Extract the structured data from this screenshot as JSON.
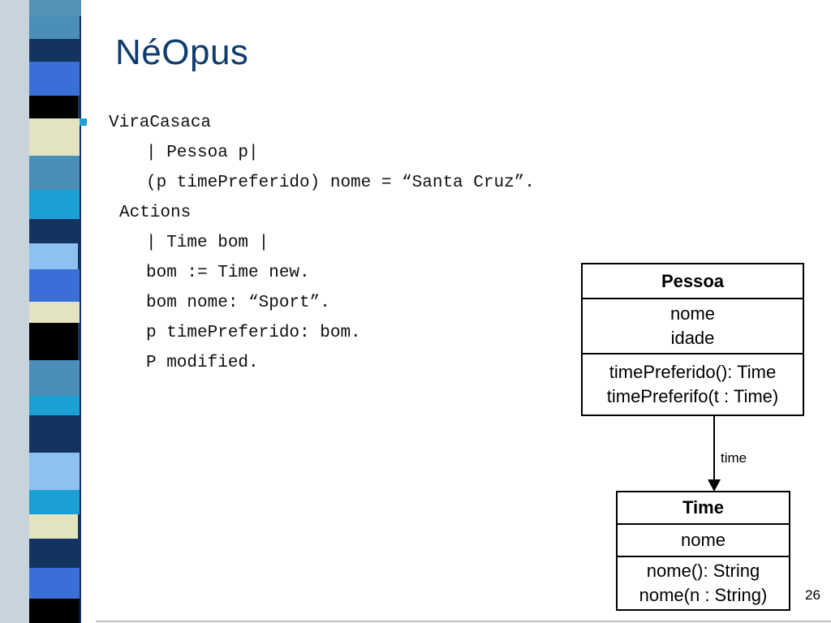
{
  "slide": {
    "title": "NéOpus",
    "page_number": "26"
  },
  "code_lines": [
    "ViraCasaca",
    "| Pessoa p|",
    "(p timePreferido) nome = “Santa Cruz”.",
    "Actions",
    "| Time bom |",
    "bom := Time new.",
    "bom nome: “Sport”.",
    "p timePreferido: bom.",
    "P modified."
  ],
  "uml": {
    "pessoa": {
      "name": "Pessoa",
      "attributes": [
        "nome",
        "idade"
      ],
      "methods": [
        "timePreferido(): Time",
        "timePreferifo(t : Time)"
      ]
    },
    "time": {
      "name": "Time",
      "attributes": [
        "nome"
      ],
      "methods": [
        "nome(): String",
        "nome(n : String)"
      ]
    },
    "association_label": "time"
  },
  "colors": {
    "title": "#0f3c6e",
    "bullet": "#1f9fd8",
    "stripe_palette": [
      "#4a8fb8",
      "#12345f",
      "#3a6fd8",
      "#000000",
      "#e3e4bf",
      "#1aa0d4",
      "#6c7a96",
      "#8fc1f0"
    ]
  }
}
